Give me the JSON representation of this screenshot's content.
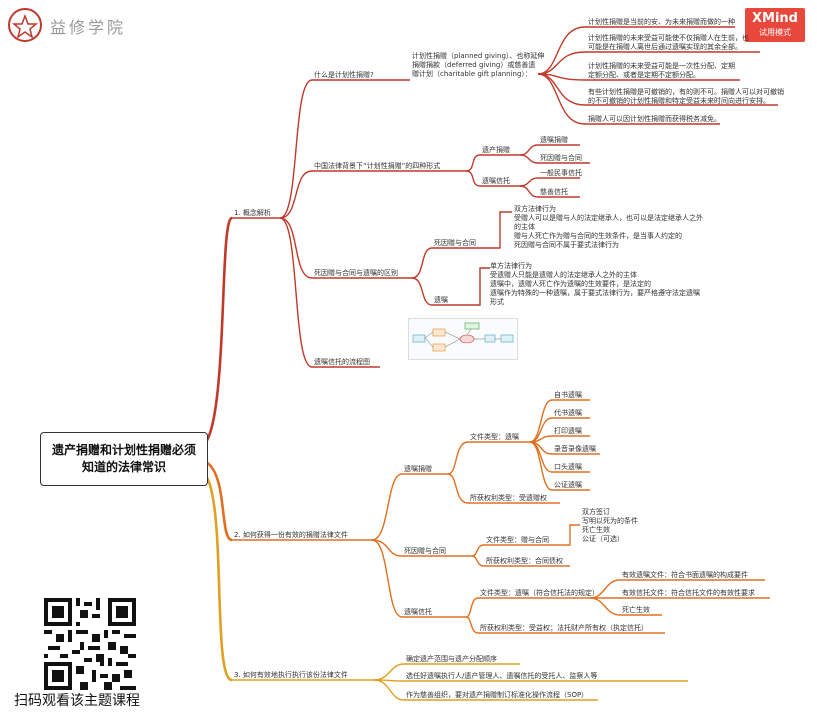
{
  "header": {
    "logo_icon": "lotus-logo-icon",
    "logo_text": "益修学院",
    "badge_title": "XMind",
    "badge_sub": "试用模式",
    "badge_color": "#e8473c"
  },
  "root": {
    "line1": "遗产捐赠和计划性捐赠必须",
    "line2": "知道的法律常识"
  },
  "sections": {
    "s1": "1. 概念解析",
    "s2": "2. 如何获得一份有效的捐赠法律文件",
    "s3": "3. 如何有效地执行执行该份法律文件"
  },
  "s1": {
    "q_what": "什么是计划性捐赠?",
    "def": "计划性捐赠（planned giving）、也称延伸\n捐赠捐款（deferred giving）或慈善遗\n赠计划（charitable gift planning）：",
    "def_items": [
      "计划性捐赠是当前的安、为未来捐赠而做的一种",
      "计划性捐赠的未来受益可能使不仅捐赠人在生前，也\n可能是在捐赠人离世后通过遗嘱实现的其余全部。",
      "计划性捐赠的未来受益可能是一次性分配、定期\n定额分配、或者是定期不定额分配。",
      "有些计划性捐赠是可撤销的，有的则不可。捐赠人可以对可撤销\n的不可撤销的计划性捐赠和特定受益未来时间向进行安排。",
      "捐赠人可以因计划性捐赠而获得税务减免。"
    ],
    "china": "中国法律背景下“计划性捐赠”的四种形式",
    "china_forms": [
      "遗产捐赠",
      "遗嘱信托"
    ],
    "china_forms_sub": [
      [
        "遗嘱捐赠",
        "死因赠与合同"
      ],
      [
        "一般民事信托",
        "慈善信托"
      ]
    ],
    "diff": "死因赠与合同与遗嘱的区别",
    "diff_a": "死因赠与合同",
    "diff_a_text": "双方法律行为\n受赠人可以是赠与人的法定继承人，也可以是法定继承人之外\n的主体\n赠与人死亡作为赠与合同的生效条件，是当事人约定的\n死因赠与合同不属于要式法律行为",
    "diff_b": "遗嘱",
    "diff_b_text": "单方法律行为\n受遗赠人只能是遗赠人的法定继承人之外的主体\n遗嘱中，遗赠人死亡作为遗嘱的生效要件，是法定的\n遗嘱作为特殊的一种遗嘱，属于要式法律行为，要严格遵守法定遗嘱\n形式",
    "flow": "遗嘱信托的流程图"
  },
  "s2": {
    "a": "遗嘱捐赠",
    "a_type": "文件类型：遗嘱",
    "a_types": [
      "自书遗嘱",
      "代书遗嘱",
      "打印遗嘱",
      "录音录像遗嘱",
      "口头遗嘱",
      "公证遗嘱"
    ],
    "a_rights": "所获权利类型：受遗赠权",
    "b": "死因赠与合同",
    "b_type": "文件类型：赠与合同",
    "b_type_detail": "双方签订\n写明以死为的条件\n死亡生效\n公证（可选）",
    "b_rights": "所获权利类型：合同债权",
    "c": "遗嘱信托",
    "c_type": "文件类型：遗嘱（符合信托法的规定）",
    "c_items": [
      "有效遗嘱文件：符合书面遗嘱的构成要件",
      "有效信托文件：符合信托文件的有效性要求",
      "死亡生效"
    ],
    "c_rights": "所获权利类型：受益权；法托财产所有权（执定信托）"
  },
  "s3": {
    "items": [
      "确定遗产范围与遗产分配顺序",
      "选任好遗嘱执行人/遗产管理人、遗嘱信托的受托人、监察人等",
      "作为慈善组织，要对遗产捐赠制订标准化操作流程（SOP）"
    ]
  },
  "qr": {
    "icon": "qr-code-icon",
    "caption": "扫码观看该主题课程"
  },
  "colors": {
    "branch": "#c0392b",
    "branch3": "#e0a020",
    "text": "#333333"
  }
}
